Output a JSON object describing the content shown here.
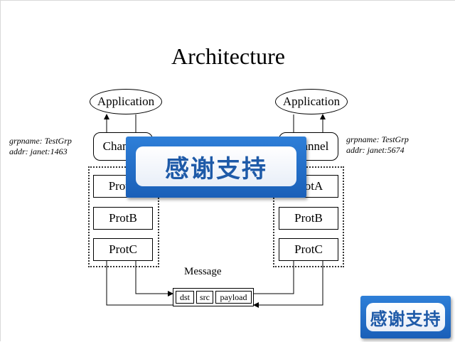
{
  "slide": {
    "title": "Architecture",
    "left_stack": {
      "application": "Application",
      "channel": "Channel",
      "protocols": [
        "ProtA",
        "ProtB",
        "ProtC"
      ],
      "info_line1": "grpname: TestGrp",
      "info_line2": "addr: janet:1463"
    },
    "right_stack": {
      "application": "Application",
      "channel": "Channel",
      "protocols": [
        "ProtA",
        "ProtB",
        "ProtC"
      ],
      "info_line1": "grpname: TestGrp",
      "info_line2": "addr: janet:5674"
    },
    "message": {
      "label": "Message",
      "fields": [
        "dst",
        "src",
        "payload"
      ]
    }
  },
  "overlay": {
    "banner_text": "感谢支持",
    "corner_text": "感谢支持"
  }
}
